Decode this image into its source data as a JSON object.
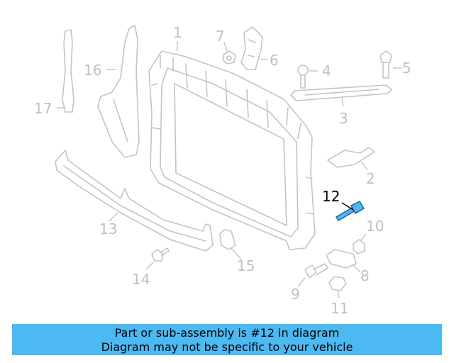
{
  "callouts": {
    "c1": "1",
    "c2": "2",
    "c3": "3",
    "c4": "4",
    "c5": "5",
    "c6": "6",
    "c7": "7",
    "c8": "8",
    "c9": "9",
    "c10": "10",
    "c11": "11",
    "c12": "12",
    "c13": "13",
    "c14": "14",
    "c15": "15",
    "c16": "16",
    "c17": "17"
  },
  "highlighted_part": "12",
  "colors": {
    "banner": "#4cb9f3",
    "highlight": "#4db8f0",
    "line_art": "#c4c4c4"
  },
  "banner": {
    "line1": "Part or sub-assembly is #12 in diagram",
    "line2": "Diagram may not be specific to your vehicle"
  }
}
